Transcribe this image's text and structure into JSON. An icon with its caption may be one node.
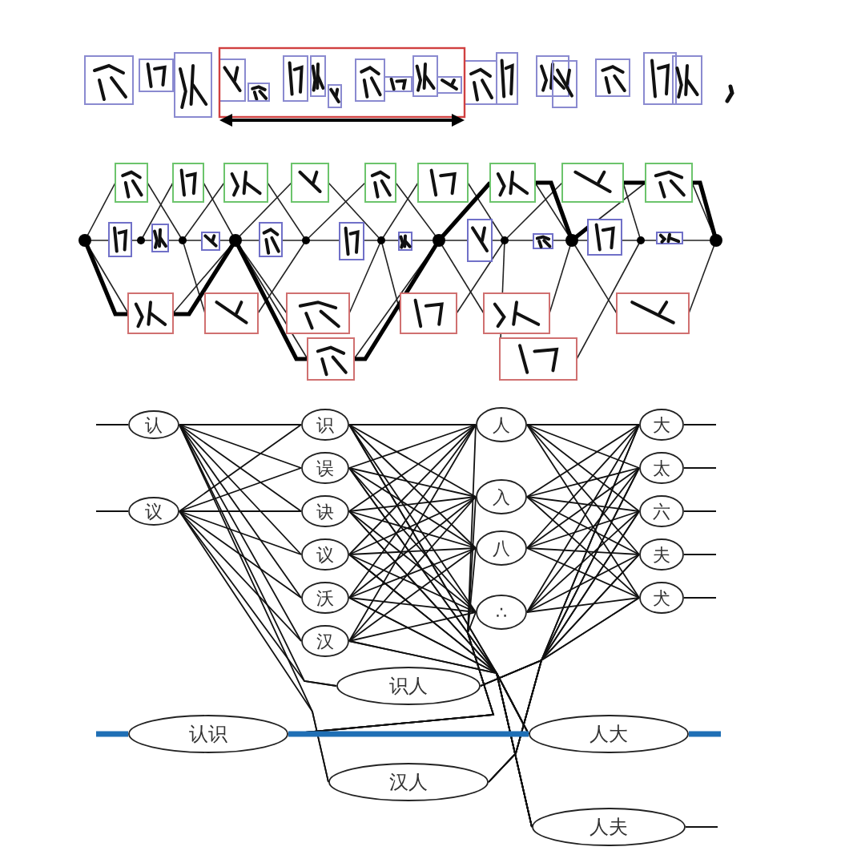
{
  "diagram": {
    "nodes": [
      {
        "text": [
          "认"
        ]
      },
      {
        "text": [
          "议"
        ]
      },
      {
        "text": [
          "识"
        ]
      },
      {
        "text": [
          "误"
        ]
      },
      {
        "text": [
          "诀"
        ]
      },
      {
        "text": [
          "议"
        ]
      },
      {
        "text": [
          "沃"
        ]
      },
      {
        "text": [
          "汉"
        ]
      },
      {
        "text": [
          "人"
        ]
      },
      {
        "text": [
          "入"
        ]
      },
      {
        "text": [
          "八"
        ]
      },
      {
        "text": [
          "∴"
        ]
      },
      {
        "text": [
          "大"
        ]
      },
      {
        "text": [
          "太"
        ]
      },
      {
        "text": [
          "六"
        ]
      },
      {
        "text": [
          "夫"
        ]
      },
      {
        "text": [
          "犬"
        ]
      },
      {
        "text": [
          "识人"
        ]
      },
      {
        "text": [
          "认识"
        ]
      },
      {
        "text": [
          "人大"
        ]
      },
      {
        "text": [
          "汉人"
        ]
      },
      {
        "text": [
          "人夫"
        ]
      }
    ],
    "edges": [
      {
        "from": null,
        "to": 0,
        "arrow": "none"
      },
      {
        "from": null,
        "to": 1,
        "arrow": "none"
      },
      {
        "from": 0,
        "to": 2,
        "arrow": "none"
      },
      {
        "from": 0,
        "to": 3,
        "arrow": "none"
      },
      {
        "from": 0,
        "to": 4,
        "arrow": "none"
      },
      {
        "from": 0,
        "to": 5,
        "arrow": "none"
      },
      {
        "from": 0,
        "to": 6,
        "arrow": "none"
      },
      {
        "from": 0,
        "to": 7,
        "arrow": "none"
      },
      {
        "from": 1,
        "to": 2,
        "arrow": "none"
      },
      {
        "from": 1,
        "to": 3,
        "arrow": "none"
      },
      {
        "from": 1,
        "to": 4,
        "arrow": "none"
      },
      {
        "from": 1,
        "to": 5,
        "arrow": "none"
      },
      {
        "from": 1,
        "to": 6,
        "arrow": "none"
      },
      {
        "from": 1,
        "to": 7,
        "arrow": "none"
      },
      {
        "from": 2,
        "to": 8,
        "arrow": "none"
      },
      {
        "from": 2,
        "to": 9,
        "arrow": "none"
      },
      {
        "from": 2,
        "to": 10,
        "arrow": "none"
      },
      {
        "from": 2,
        "to": 11,
        "arrow": "none"
      },
      {
        "from": 3,
        "to": 8,
        "arrow": "none"
      },
      {
        "from": 3,
        "to": 9,
        "arrow": "none"
      },
      {
        "from": 3,
        "to": 10,
        "arrow": "none"
      },
      {
        "from": 3,
        "to": 11,
        "arrow": "none"
      },
      {
        "from": 4,
        "to": 8,
        "arrow": "none"
      },
      {
        "from": 4,
        "to": 9,
        "arrow": "none"
      },
      {
        "from": 4,
        "to": 10,
        "arrow": "none"
      },
      {
        "from": 4,
        "to": 11,
        "arrow": "none"
      },
      {
        "from": 5,
        "to": 8,
        "arrow": "none"
      },
      {
        "from": 5,
        "to": 9,
        "arrow": "none"
      },
      {
        "from": 5,
        "to": 10,
        "arrow": "none"
      },
      {
        "from": 5,
        "to": 11,
        "arrow": "none"
      },
      {
        "from": 6,
        "to": 8,
        "arrow": "none"
      },
      {
        "from": 6,
        "to": 9,
        "arrow": "none"
      },
      {
        "from": 6,
        "to": 10,
        "arrow": "none"
      },
      {
        "from": 6,
        "to": 11,
        "arrow": "none"
      },
      {
        "from": 7,
        "to": 8,
        "arrow": "none"
      },
      {
        "from": 7,
        "to": 9,
        "arrow": "none"
      },
      {
        "from": 7,
        "to": 10,
        "arrow": "none"
      },
      {
        "from": 7,
        "to": 11,
        "arrow": "none"
      },
      {
        "from": 8,
        "to": 12,
        "arrow": "none"
      },
      {
        "from": 8,
        "to": 13,
        "arrow": "none"
      },
      {
        "from": 8,
        "to": 14,
        "arrow": "none"
      },
      {
        "from": 8,
        "to": 15,
        "arrow": "none"
      },
      {
        "from": 8,
        "to": 16,
        "arrow": "none"
      },
      {
        "from": 9,
        "to": 12,
        "arrow": "none"
      },
      {
        "from": 9,
        "to": 13,
        "arrow": "none"
      },
      {
        "from": 9,
        "to": 14,
        "arrow": "none"
      },
      {
        "from": 9,
        "to": 15,
        "arrow": "none"
      },
      {
        "from": 9,
        "to": 16,
        "arrow": "none"
      },
      {
        "from": 10,
        "to": 12,
        "arrow": "none"
      },
      {
        "from": 10,
        "to": 13,
        "arrow": "none"
      },
      {
        "from": 10,
        "to": 14,
        "arrow": "none"
      },
      {
        "from": 10,
        "to": 15,
        "arrow": "none"
      },
      {
        "from": 10,
        "to": 16,
        "arrow": "none"
      },
      {
        "from": 11,
        "to": 12,
        "arrow": "none"
      },
      {
        "from": 11,
        "to": 13,
        "arrow": "none"
      },
      {
        "from": 11,
        "to": 14,
        "arrow": "none"
      },
      {
        "from": 11,
        "to": 15,
        "arrow": "none"
      },
      {
        "from": 11,
        "to": 16,
        "arrow": "none"
      },
      {
        "from": 12,
        "to": null,
        "arrow": "none"
      },
      {
        "from": 13,
        "to": null,
        "arrow": "none"
      },
      {
        "from": 14,
        "to": null,
        "arrow": "none"
      },
      {
        "from": 15,
        "to": null,
        "arrow": "none"
      },
      {
        "from": 16,
        "to": null,
        "arrow": "none"
      },
      {
        "from": 0,
        "to": 17,
        "arrow": "none"
      },
      {
        "from": 0,
        "to": 20,
        "arrow": "none"
      },
      {
        "from": 1,
        "to": 17,
        "arrow": "none"
      },
      {
        "from": 1,
        "to": 20,
        "arrow": "none"
      },
      {
        "from": 2,
        "to": 19,
        "arrow": "none"
      },
      {
        "from": 3,
        "to": 19,
        "arrow": "none"
      },
      {
        "from": 4,
        "to": 19,
        "arrow": "none"
      },
      {
        "from": 5,
        "to": 19,
        "arrow": "none"
      },
      {
        "from": 6,
        "to": 19,
        "arrow": "none"
      },
      {
        "from": 7,
        "to": 19,
        "arrow": "none"
      },
      {
        "from": 2,
        "to": 21,
        "arrow": "none"
      },
      {
        "from": 3,
        "to": 21,
        "arrow": "none"
      },
      {
        "from": 4,
        "to": 21,
        "arrow": "none"
      },
      {
        "from": 5,
        "to": 21,
        "arrow": "none"
      },
      {
        "from": 6,
        "to": 21,
        "arrow": "none"
      },
      {
        "from": 7,
        "to": 21,
        "arrow": "none"
      },
      {
        "from": 18,
        "to": 8,
        "arrow": "none"
      },
      {
        "from": 18,
        "to": 9,
        "arrow": "none"
      },
      {
        "from": 18,
        "to": 10,
        "arrow": "none"
      },
      {
        "from": 18,
        "to": 11,
        "arrow": "none"
      },
      {
        "from": 17,
        "to": 12,
        "arrow": "none"
      },
      {
        "from": 17,
        "to": 13,
        "arrow": "none"
      },
      {
        "from": 17,
        "to": 14,
        "arrow": "none"
      },
      {
        "from": 17,
        "to": 15,
        "arrow": "none"
      },
      {
        "from": 17,
        "to": 16,
        "arrow": "none"
      },
      {
        "from": 20,
        "to": 12,
        "arrow": "none"
      },
      {
        "from": 20,
        "to": 13,
        "arrow": "none"
      },
      {
        "from": 20,
        "to": 14,
        "arrow": "none"
      },
      {
        "from": 20,
        "to": 15,
        "arrow": "none"
      },
      {
        "from": 20,
        "to": 16,
        "arrow": "none"
      },
      {
        "from": 18,
        "to": 19,
        "arrow": "none",
        "style": "thick",
        "color": "#1f6fb5"
      },
      {
        "from": null,
        "to": 18,
        "arrow": "none",
        "style": "thick",
        "color": "#1f6fb5"
      },
      {
        "from": 19,
        "to": null,
        "arrow": "none",
        "style": "thick",
        "color": "#1f6fb5"
      },
      {
        "from": 21,
        "to": null,
        "arrow": "none"
      }
    ]
  }
}
